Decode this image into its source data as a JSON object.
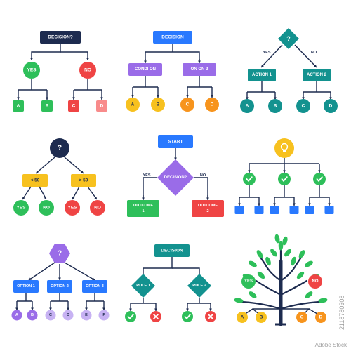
{
  "colors": {
    "navy": "#1d2b4f",
    "blue": "#2979ff",
    "green": "#2ebf5a",
    "red": "#ef4444",
    "teal": "#13928f",
    "purple": "#9a6ce8",
    "lilac": "#c7b2f3",
    "yellow": "#f7c11f",
    "orange": "#f7941d",
    "pink": "#f88b8b",
    "line": "#1d2b4f"
  },
  "d1": {
    "root": "DECISION?",
    "yes": "YES",
    "no": "NO",
    "leaves": [
      "A",
      "B",
      "C",
      "D"
    ]
  },
  "d2": {
    "root": "DECISION",
    "c1": "CONDI ON",
    "c2": "ON ON 2",
    "leaves": [
      "A",
      "B",
      "C",
      "D"
    ]
  },
  "d3": {
    "root": "?",
    "yes": "YES",
    "no": "NO",
    "a1": "ACTION 1",
    "a2": "ACTION 2",
    "leaves": [
      "A",
      "B",
      "C",
      "D"
    ]
  },
  "d4": {
    "root": "?",
    "lt": "< 50",
    "gt": "> 50",
    "leaves": [
      "YES",
      "NO",
      "YES",
      "NO"
    ]
  },
  "d5": {
    "start": "START",
    "decision": "DECISION?",
    "yes": "YES",
    "no": "NO",
    "o1": "OUTCOME 1",
    "o2": "OUTCOME 2"
  },
  "d6": {
    "root_icon": "lightbulb-icon",
    "check_icon": "check-icon"
  },
  "d7": {
    "root": "?",
    "options": [
      "OPTION 1",
      "OPTION 2",
      "OPTION 3"
    ],
    "leaves": [
      "A",
      "B",
      "C",
      "D",
      "E",
      "F"
    ]
  },
  "d8": {
    "root": "DECISION",
    "r1": "RULE 1",
    "r2": "RULE 2",
    "check_icon": "check-icon",
    "cross_icon": "cross-icon"
  },
  "d9": {
    "yes": "YES",
    "no": "NO",
    "leaves": [
      "A",
      "B",
      "C",
      "D"
    ]
  },
  "footer": {
    "side_id": "2118780308",
    "watermark": "Adobe Stock"
  }
}
